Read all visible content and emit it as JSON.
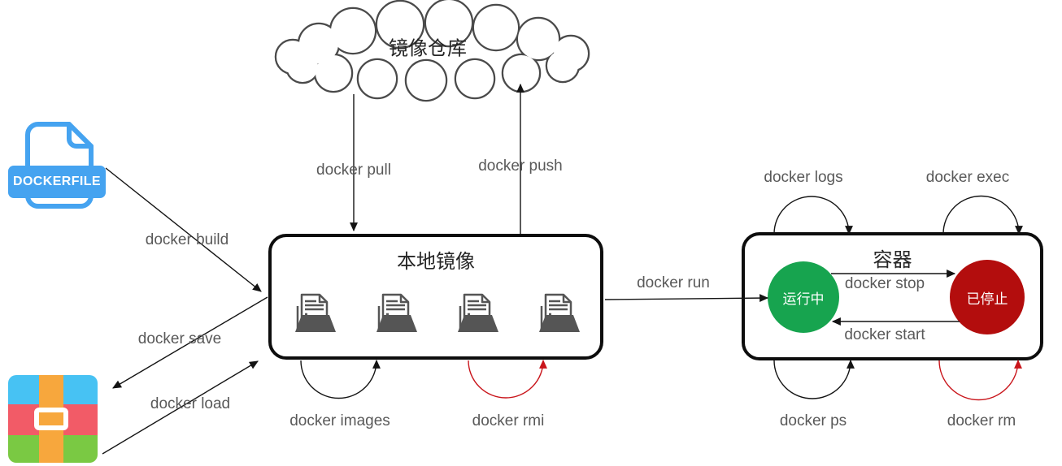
{
  "registry": {
    "label": "镜像仓库"
  },
  "dockerfile_icon": {
    "banner": "DOCKERFILE"
  },
  "local_images_box": {
    "title": "本地镜像",
    "image_count": 4
  },
  "containers_box": {
    "title": "容器",
    "states": {
      "running": "运行中",
      "stopped": "已停止"
    }
  },
  "edges": {
    "pull": "docker pull",
    "push": "docker push",
    "build": "docker build",
    "save": "docker save",
    "load": "docker load",
    "run": "docker run",
    "stop": "docker stop",
    "start": "docker start",
    "images": "docker images",
    "rmi": "docker rmi",
    "logs": "docker logs",
    "exec": "docker exec",
    "ps": "docker ps",
    "rm": "docker rm"
  },
  "colors": {
    "line_black": "#141414",
    "loop_red": "#c9151b",
    "label_gray": "#595959",
    "box_border": "#0d0d0d",
    "cloud_gray": "#4a4a4a",
    "running_green": "#17a44f",
    "stopped_red": "#b30d0d",
    "dockerfile_blue": "#45a3f0",
    "icon_gray": "#555555",
    "zip_blue": "#47c2f3",
    "zip_red": "#f25b67",
    "zip_green": "#7ac943",
    "zip_orange": "#f7a73d"
  }
}
